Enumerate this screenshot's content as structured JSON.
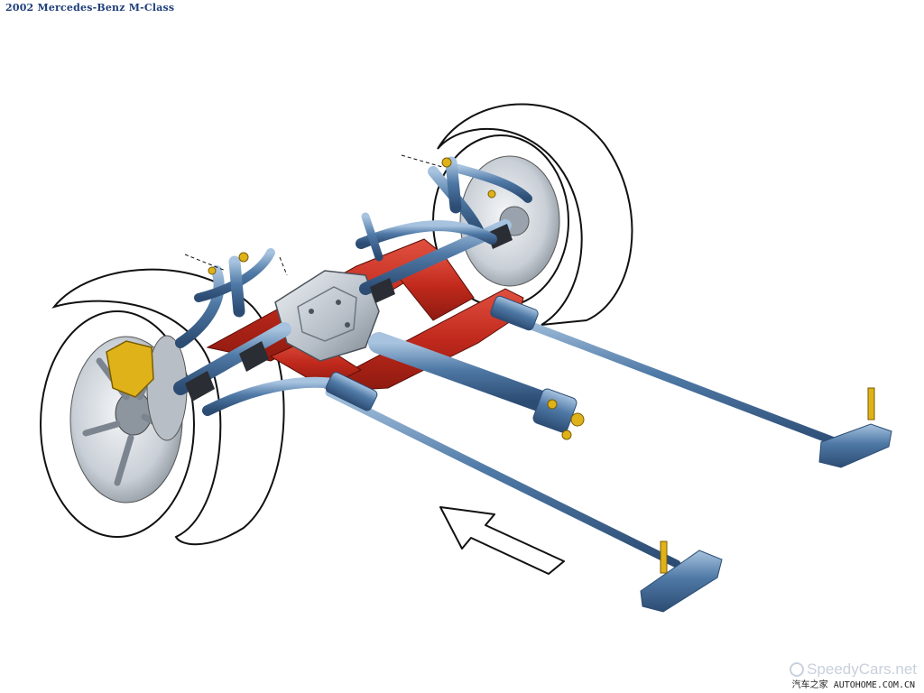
{
  "title": "2002 Mercedes-Benz M-Class",
  "watermark": {
    "logo_text": "SpeedyCars.net",
    "site_text": "汽车之家 AUTOHOME.COM.CN"
  },
  "illustration": {
    "subject": "rear axle assembly cutaway",
    "colors": {
      "tire_outline": "#111111",
      "frame_red": "#c0291c",
      "frame_red_dark": "#8e1a10",
      "component_blue": "#4f79a6",
      "component_blue_dark": "#2c4c73",
      "component_blue_light": "#a7c3df",
      "brake_caliper": "#e0b21a",
      "wheel_grey": "#d4d8dc",
      "arrow_outline": "#111111"
    },
    "direction_arrow": "arrow-icon pointing forward (up-left)"
  }
}
